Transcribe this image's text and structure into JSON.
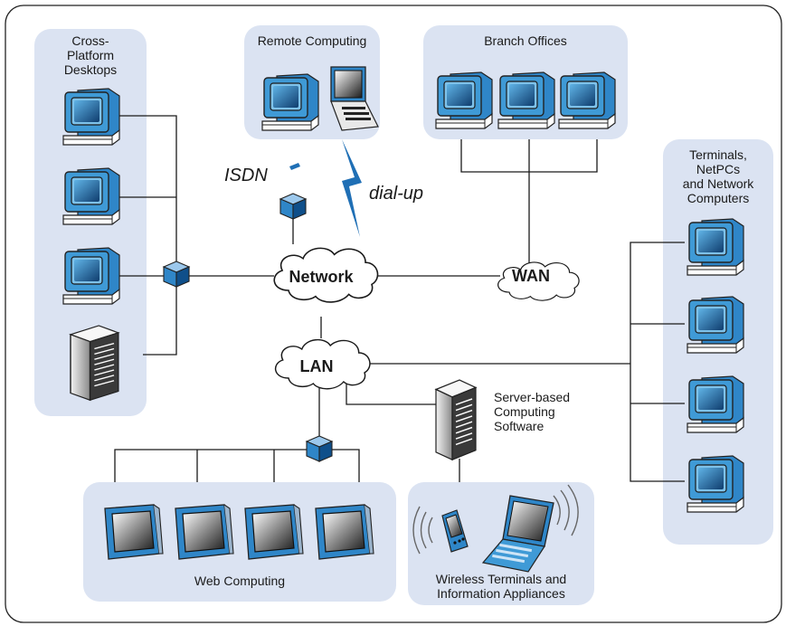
{
  "groups": {
    "cross_platform": {
      "line1": "Cross-",
      "line2": "Platform",
      "line3": "Desktops"
    },
    "remote": {
      "title": "Remote Computing"
    },
    "branch": {
      "title": "Branch Offices"
    },
    "terminals": {
      "line1": "Terminals,",
      "line2": "NetPCs",
      "line3": "and Network",
      "line4": "Computers"
    },
    "web": {
      "title": "Web Computing"
    },
    "wireless": {
      "line1": "Wireless Terminals and",
      "line2": "Information Appliances"
    }
  },
  "clouds": {
    "network": "Network",
    "wan": "WAN",
    "lan": "LAN"
  },
  "links": {
    "isdn": "ISDN",
    "dialup": "dial-up"
  },
  "server_label": {
    "line1": "Server-based",
    "line2": "Computing",
    "line3": "Software"
  },
  "icons": [
    "monitor-icon",
    "laptop-icon",
    "hub-icon",
    "server-tower-icon",
    "network-cloud-icon",
    "lightning-bolt-icon",
    "pda-icon",
    "wireless-signal-icon"
  ],
  "colors": {
    "panel": "#dbe3f2",
    "screen_blue": "#2c7ec0",
    "accent_blue": "#1f6fb5",
    "border": "#333333"
  }
}
